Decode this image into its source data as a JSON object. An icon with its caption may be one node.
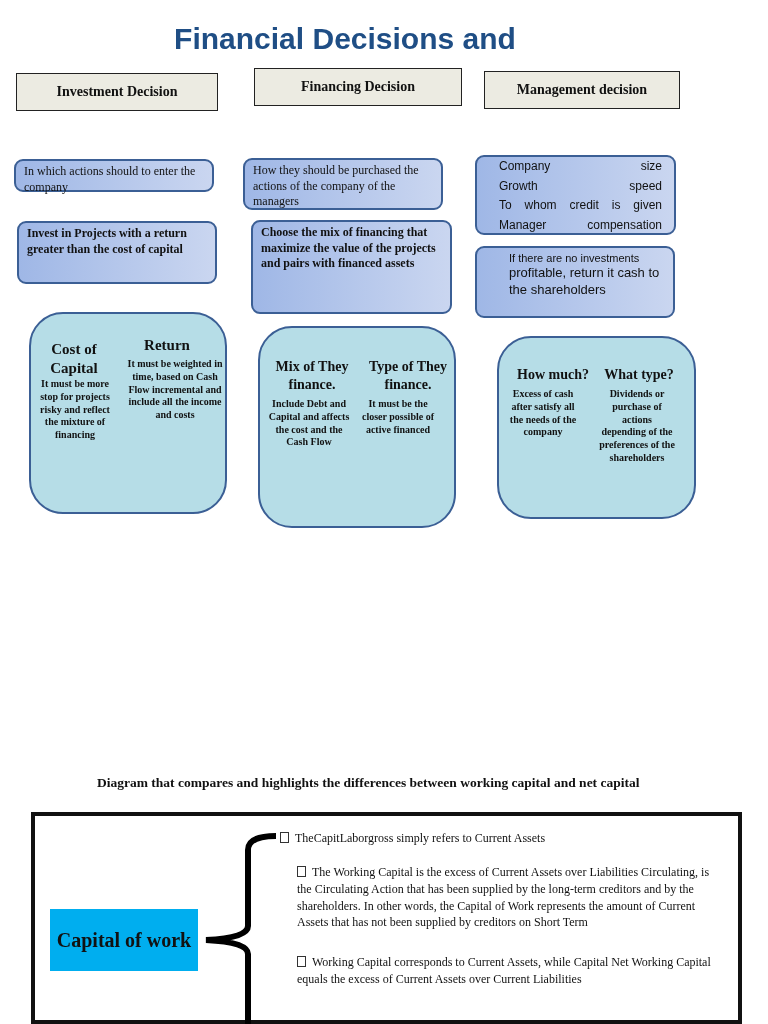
{
  "diagram": {
    "title": "Financial Decisions and",
    "nodes": [
      {
        "text": [
          "Investment Decision"
        ]
      },
      {
        "text": [
          "Financing Decision"
        ]
      },
      {
        "text": [
          "Management decision"
        ]
      },
      {
        "text": [
          "In which actions should to enter the company"
        ]
      },
      {
        "text": [
          "How they should be purchased the actions of the company of the managers"
        ]
      },
      {
        "text": [
          "Company size",
          "Growth speed",
          "To whom credit is given",
          "Manager compensation"
        ]
      },
      {
        "text": [
          "Invest in Projects with a return greater than the cost of capital"
        ]
      },
      {
        "text": [
          "Choose the mix of financing that maximize the value of the projects and pairs with financed assets"
        ]
      },
      {
        "text": [
          "If there are no investments",
          "profitable, return it cash to the shareholders"
        ]
      },
      {
        "text": [
          "Cost of Capital",
          "It must be more stop for projects risky and reflect the mixture of financing",
          "Return",
          "It must be weighted in time, based on Cash Flow incremental and include all the income and costs"
        ]
      },
      {
        "text": [
          "Mix of They finance.",
          "Include Debt and Capital and affects the cost and the Cash Flow",
          "Type of They finance.",
          "It must be the closer possible of active financed"
        ]
      },
      {
        "text": [
          "How much?",
          "Excess of cash after satisfy all the needs of the company",
          "What type?",
          "Dividends or purchase of actions depending of the preferences of the shareholders"
        ]
      },
      {
        "text": [
          "TheCapitLaborgross simply refers to Current Assets",
          "The Working Capital is the excess of Current Assets over Liabilities Circulating, is the Circulating Action that has been supplied by the long-term creditors and by the shareholders. In other words, the Capital of Work represents the amount of Current Assets that has not been supplied by creditors on Short Term",
          "Working Capital corresponds to Current Assets, while Capital Net Working Capital equals the excess of Current Assets over Current Liabilities"
        ]
      },
      {
        "text": [
          "Capital of work"
        ],
        "in": 12
      }
    ],
    "edges": [],
    "labels": [
      "Diagram that compares and highlights the differences between working capital and net capital"
    ]
  }
}
